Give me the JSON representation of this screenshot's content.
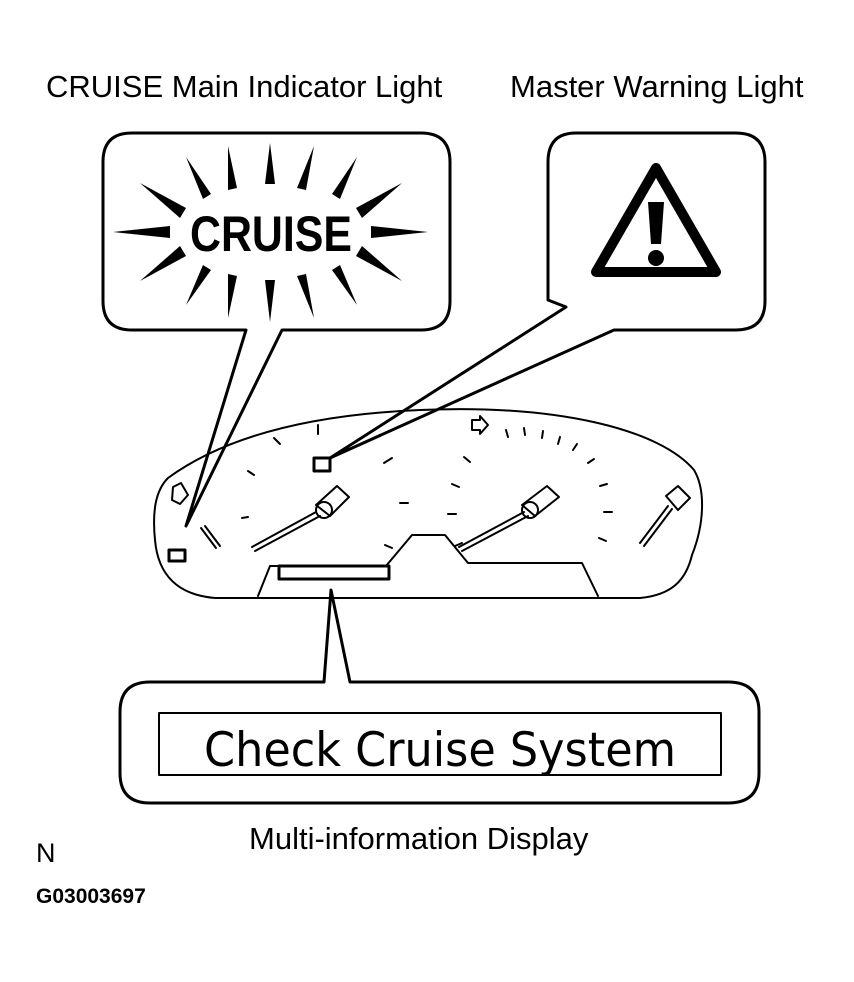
{
  "labels": {
    "cruise_main_indicator": "CRUISE Main Indicator Light",
    "master_warning": "Master Warning Light",
    "multi_info_display": "Multi-information Display",
    "north_marker": "N",
    "figure_code": "G03003697"
  },
  "cruise_indicator": {
    "text": "CRUISE"
  },
  "master_warning_icon": {
    "icon": "warning-triangle-icon",
    "glyph": "!"
  },
  "display": {
    "message": "Check Cruise System"
  },
  "colors": {
    "line": "#000000",
    "background": "#ffffff"
  }
}
